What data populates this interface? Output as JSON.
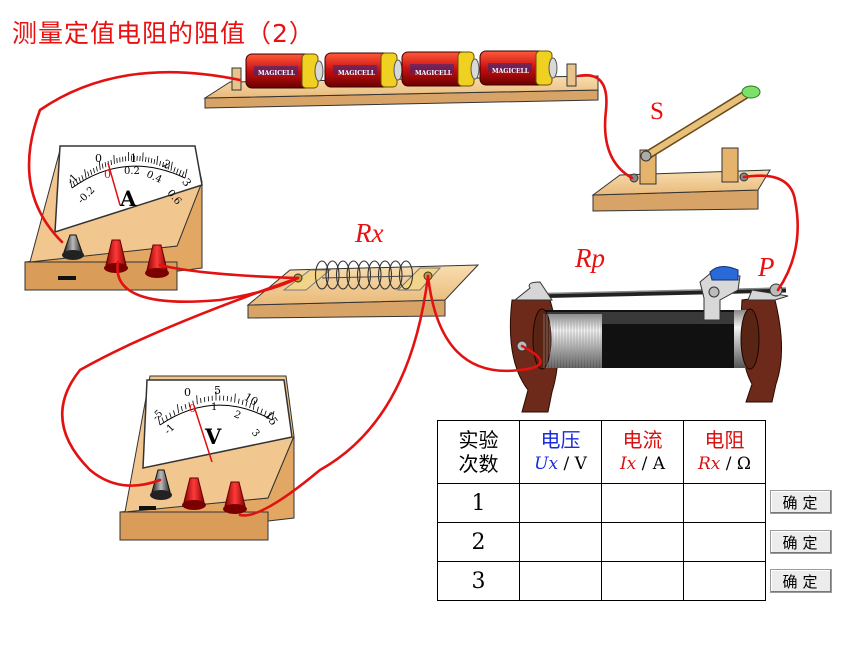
{
  "title": "测量定值电阻的阻值（2）",
  "labels": {
    "switch": "S",
    "resistor": "Rx",
    "rheostat": "Rp",
    "slider": "P",
    "ammeter_unit": "A",
    "voltmeter_unit": "V"
  },
  "ammeter_scale": [
    "-1",
    "0",
    "1",
    "2",
    "3",
    "-0.2",
    "0",
    "0.2",
    "0.4",
    "0.6"
  ],
  "voltmeter_scale": [
    "-5",
    "0",
    "5",
    "10",
    "15",
    "-1",
    "0",
    "1",
    "2",
    "3"
  ],
  "battery_brand": "MAGICELL",
  "table": {
    "header": {
      "col0_line1": "实验",
      "col0_line2": "次数",
      "col1": "电压",
      "col1_sym": "Ux",
      "col1_unit": " / V",
      "col2": "电流",
      "col2_sym": "Ix",
      "col2_unit": " / A",
      "col3": "电阻",
      "col3_sym": "Rx",
      "col3_unit": " /  Ω"
    },
    "rows": [
      {
        "index": "1",
        "voltage": "",
        "current": "",
        "resistance": ""
      },
      {
        "index": "2",
        "voltage": "",
        "current": "",
        "resistance": ""
      },
      {
        "index": "3",
        "voltage": "",
        "current": "",
        "resistance": ""
      }
    ]
  },
  "confirm_label": "确定"
}
